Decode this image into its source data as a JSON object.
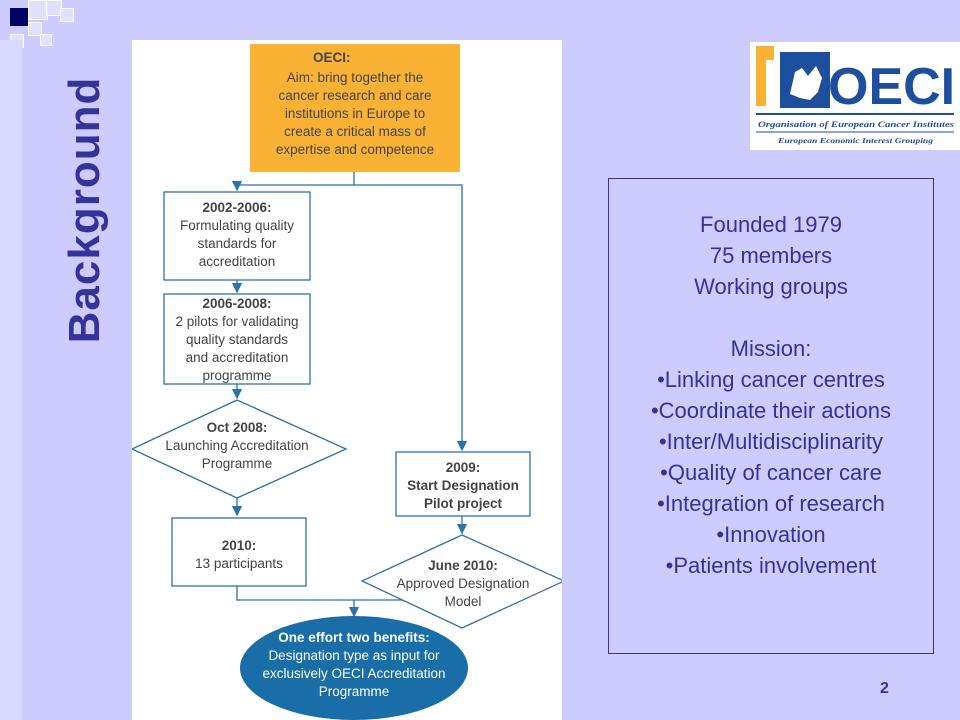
{
  "slide_title": "Background",
  "flowchart": {
    "oeci_box": {
      "title": "OECI",
      "lines": [
        "Aim: bring together the",
        "cancer research and care",
        "institutions in Europe to",
        "create a critical mass of",
        "expertise and competence"
      ]
    },
    "box_2002": {
      "title": "2002-2006:",
      "lines": [
        "Formulating quality",
        "standards for",
        "accreditation"
      ]
    },
    "box_2006": {
      "title": "2006-2008:",
      "lines": [
        "2 pilots for validating",
        "quality standards",
        "and accreditation",
        "programme"
      ]
    },
    "diamond_2008": {
      "title": "Oct 2008:",
      "lines": [
        "Launching Accreditation",
        "Programme"
      ]
    },
    "box_2009": {
      "title": "2009:",
      "lines": [
        "Start Designation",
        "Pilot project"
      ]
    },
    "box_2010": {
      "title": "2010:",
      "lines": [
        "13 participants"
      ]
    },
    "diamond_2010": {
      "title": "June 2010:",
      "lines": [
        "Approved Designation",
        "Model"
      ]
    },
    "ellipse_final": {
      "title": "One effort two benefits:",
      "lines": [
        "Designation type as input for",
        "exclusively OECI Accreditation",
        "Programme"
      ]
    }
  },
  "logo": {
    "name": "OECI",
    "line1": "Organisation of European Cancer Institutes",
    "line2": "European Economic Interest Grouping"
  },
  "info": {
    "founded": "Founded 1979",
    "members": "75 members",
    "groups": "Working groups",
    "mission_label": "Mission:",
    "mission_items": [
      "•Linking cancer centres",
      "•Coordinate their actions",
      "•Inter/Multidisciplinarity",
      "•Quality of cancer care",
      "•Integration of research",
      "•Innovation",
      "•Patients involvement"
    ]
  },
  "page_number": "2",
  "colors": {
    "background": "#ccccff",
    "title": "#333399",
    "orange": "#f9b233",
    "blue": "#1a6ea8",
    "box_border": "#2a72a8"
  }
}
